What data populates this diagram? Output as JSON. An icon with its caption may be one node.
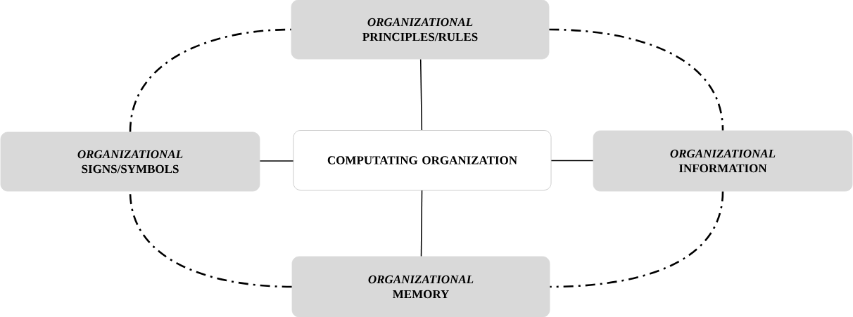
{
  "diagram": {
    "nodes": [
      {
        "text": [
          "ORGANIZATIONAL",
          "PRINCIPLES/RULES"
        ]
      },
      {
        "text": [
          "ORGANIZATIONAL",
          "SIGNS/SYMBOLS"
        ]
      },
      {
        "text": [
          "COMPUTATING ORGANIZATION"
        ]
      },
      {
        "text": [
          "ORGANIZATIONAL",
          "INFORMATION"
        ]
      },
      {
        "text": [
          "ORGANIZATIONAL",
          "MEMORY"
        ]
      }
    ],
    "edges": [
      {
        "from": 2,
        "to": 0,
        "arrow": "none"
      },
      {
        "from": 2,
        "to": 1,
        "arrow": "none"
      },
      {
        "from": 2,
        "to": 3,
        "arrow": "none"
      },
      {
        "from": 2,
        "to": 4,
        "arrow": "none"
      },
      {
        "from": 0,
        "to": 3,
        "arrow": "none",
        "style": "dashed"
      },
      {
        "from": 3,
        "to": 4,
        "arrow": "none",
        "style": "dashed"
      },
      {
        "from": 4,
        "to": 1,
        "arrow": "none",
        "style": "dashed"
      },
      {
        "from": 1,
        "to": 0,
        "arrow": "none",
        "style": "dashed"
      }
    ]
  }
}
